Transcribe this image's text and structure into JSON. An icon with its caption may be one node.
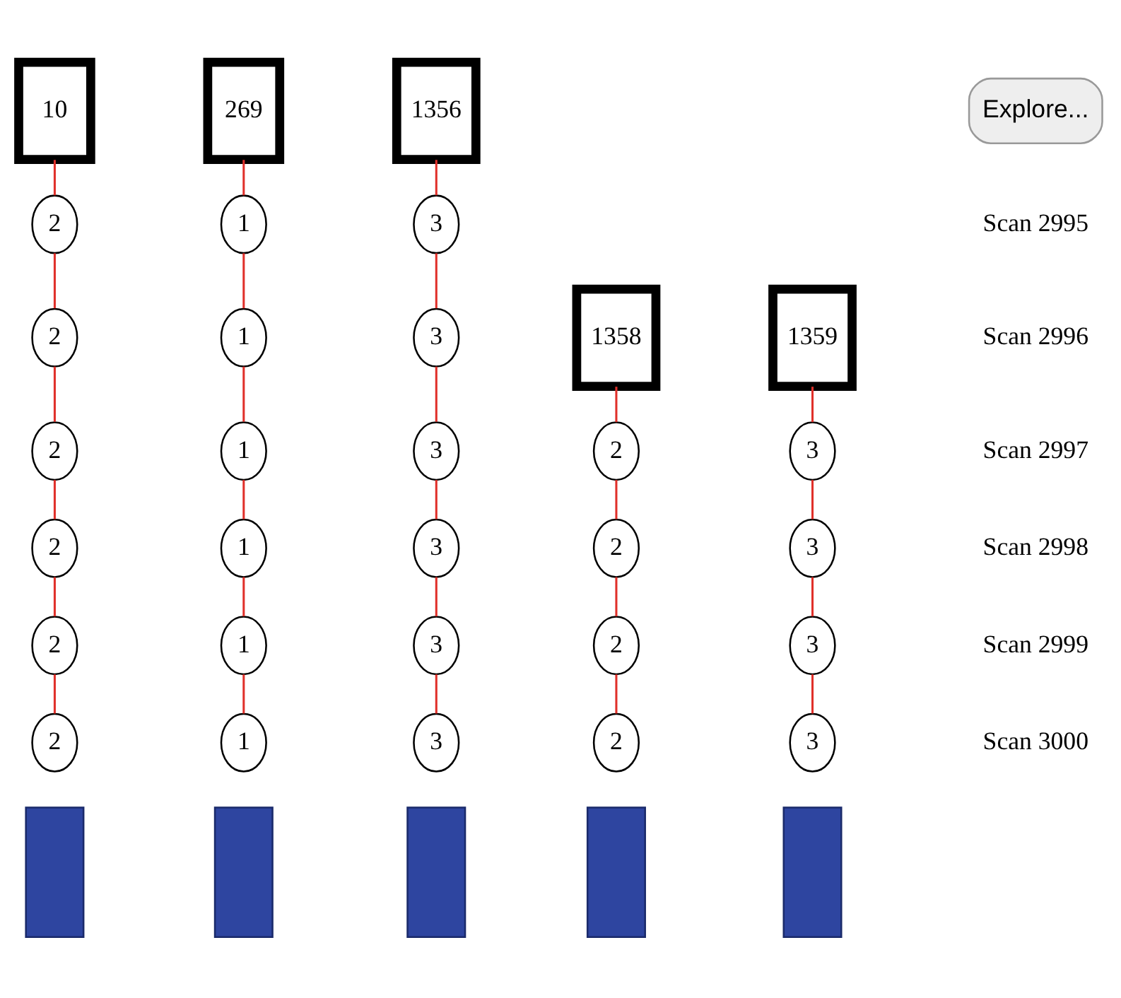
{
  "diagram": {
    "nodes": [
      {
        "text": [
          "10"
        ]
      },
      {
        "text": [
          "2"
        ]
      },
      {
        "text": [
          "2"
        ]
      },
      {
        "text": [
          "2"
        ]
      },
      {
        "text": [
          "2"
        ]
      },
      {
        "text": [
          "2"
        ]
      },
      {
        "text": [
          "2"
        ]
      },
      {
        "text": [],
        "shape": "bar"
      },
      {
        "text": [
          "269"
        ]
      },
      {
        "text": [
          "1"
        ]
      },
      {
        "text": [
          "1"
        ]
      },
      {
        "text": [
          "1"
        ]
      },
      {
        "text": [
          "1"
        ]
      },
      {
        "text": [
          "1"
        ]
      },
      {
        "text": [
          "1"
        ]
      },
      {
        "text": [],
        "shape": "bar"
      },
      {
        "text": [
          "1356"
        ]
      },
      {
        "text": [
          "3"
        ]
      },
      {
        "text": [
          "3"
        ]
      },
      {
        "text": [
          "3"
        ]
      },
      {
        "text": [
          "3"
        ]
      },
      {
        "text": [
          "3"
        ]
      },
      {
        "text": [
          "3"
        ]
      },
      {
        "text": [],
        "shape": "bar"
      },
      {
        "text": [
          "1358"
        ]
      },
      {
        "text": [
          "2"
        ]
      },
      {
        "text": [
          "2"
        ]
      },
      {
        "text": [
          "2"
        ]
      },
      {
        "text": [
          "2"
        ]
      },
      {
        "text": [],
        "shape": "bar"
      },
      {
        "text": [
          "1359"
        ]
      },
      {
        "text": [
          "3"
        ]
      },
      {
        "text": [
          "3"
        ]
      },
      {
        "text": [
          "3"
        ]
      },
      {
        "text": [
          "3"
        ]
      },
      {
        "text": [],
        "shape": "bar"
      }
    ],
    "edges": [
      {
        "from": 0,
        "to": 1,
        "arrow": "none"
      },
      {
        "from": 1,
        "to": 2,
        "arrow": "none"
      },
      {
        "from": 2,
        "to": 3,
        "arrow": "none"
      },
      {
        "from": 3,
        "to": 4,
        "arrow": "none"
      },
      {
        "from": 4,
        "to": 5,
        "arrow": "none"
      },
      {
        "from": 5,
        "to": 6,
        "arrow": "none"
      },
      {
        "from": 8,
        "to": 9,
        "arrow": "none"
      },
      {
        "from": 9,
        "to": 10,
        "arrow": "none"
      },
      {
        "from": 10,
        "to": 11,
        "arrow": "none"
      },
      {
        "from": 11,
        "to": 12,
        "arrow": "none"
      },
      {
        "from": 12,
        "to": 13,
        "arrow": "none"
      },
      {
        "from": 13,
        "to": 14,
        "arrow": "none"
      },
      {
        "from": 16,
        "to": 17,
        "arrow": "none"
      },
      {
        "from": 17,
        "to": 18,
        "arrow": "none"
      },
      {
        "from": 18,
        "to": 19,
        "arrow": "none"
      },
      {
        "from": 19,
        "to": 20,
        "arrow": "none"
      },
      {
        "from": 20,
        "to": 21,
        "arrow": "none"
      },
      {
        "from": 21,
        "to": 22,
        "arrow": "none"
      },
      {
        "from": 24,
        "to": 25,
        "arrow": "none"
      },
      {
        "from": 25,
        "to": 26,
        "arrow": "none"
      },
      {
        "from": 26,
        "to": 27,
        "arrow": "none"
      },
      {
        "from": 27,
        "to": 28,
        "arrow": "none"
      },
      {
        "from": 30,
        "to": 31,
        "arrow": "none"
      },
      {
        "from": 31,
        "to": 32,
        "arrow": "none"
      },
      {
        "from": 32,
        "to": 33,
        "arrow": "none"
      },
      {
        "from": 33,
        "to": 34,
        "arrow": "none"
      }
    ],
    "labels": [
      "Explore...",
      "Scan 2995",
      "Scan 2996",
      "Scan 2997",
      "Scan 2998",
      "Scan 2999",
      "Scan 3000"
    ]
  }
}
